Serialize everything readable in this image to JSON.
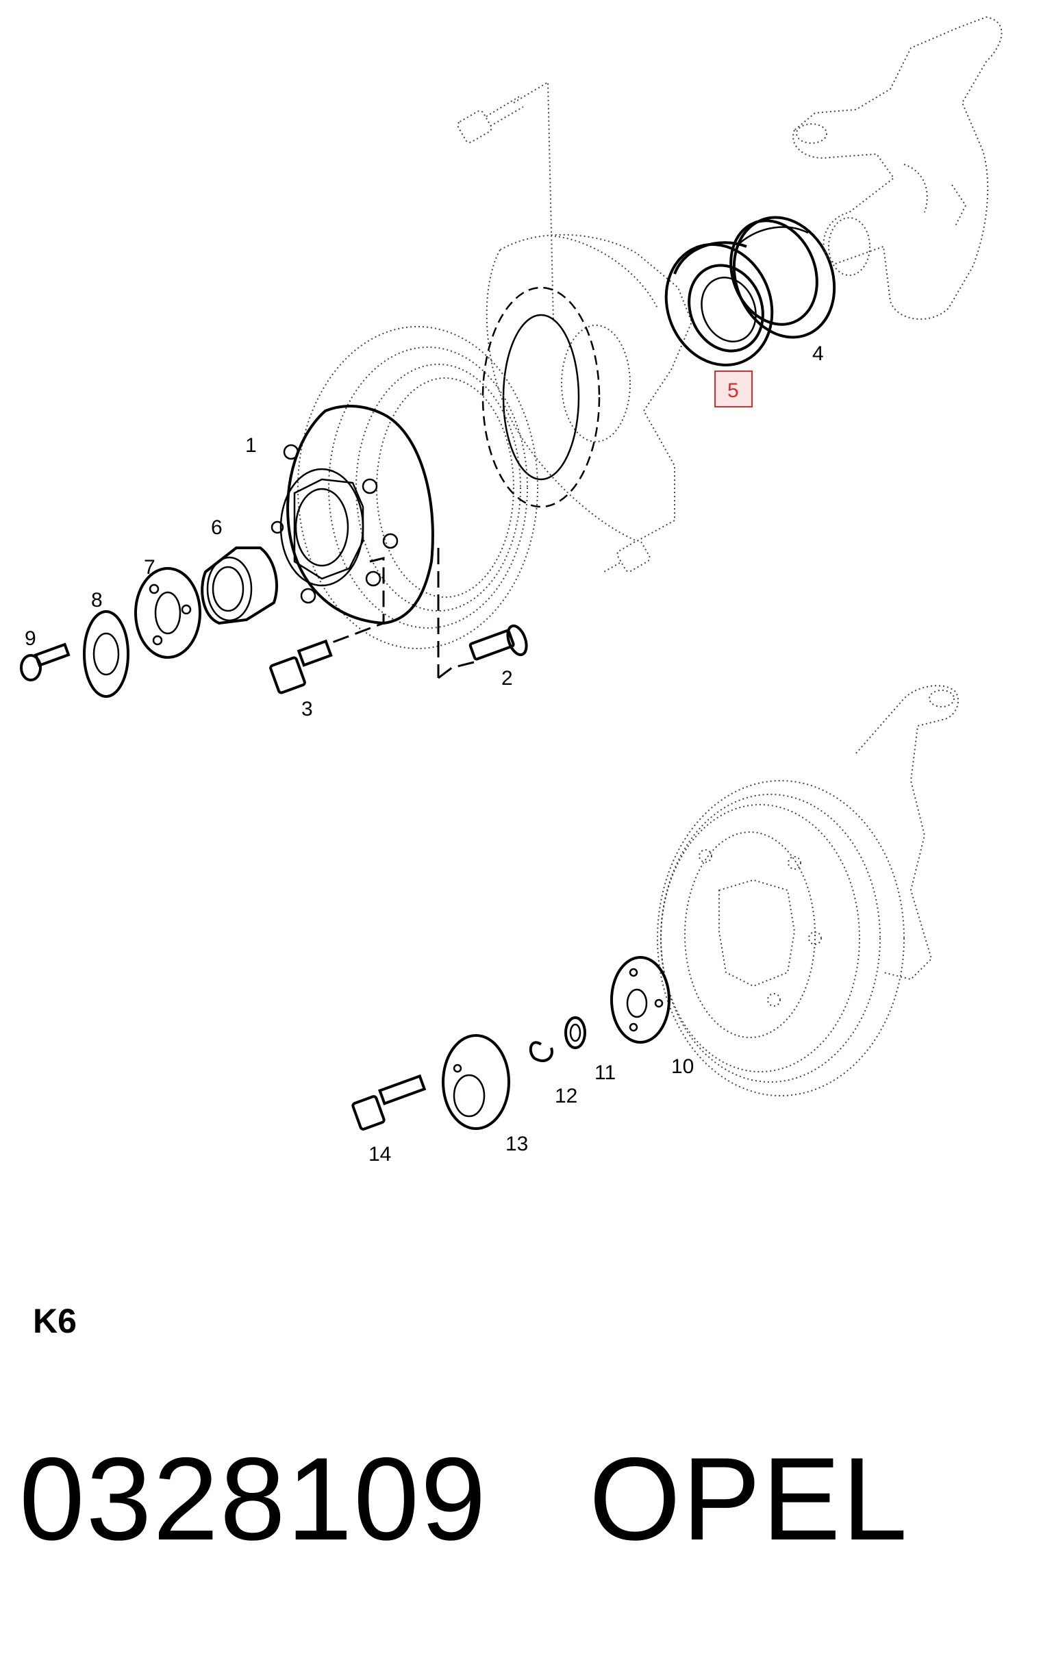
{
  "callouts": [
    "1",
    "2",
    "3",
    "4",
    "5",
    "6",
    "7",
    "8",
    "9",
    "10",
    "11",
    "12",
    "13",
    "14"
  ],
  "highlighted_callout": "5",
  "code_label": "K6",
  "part_number": "0328109",
  "brand": "OPEL",
  "highlight_color": "#d23030",
  "highlight_fill": "#fbe6e6"
}
